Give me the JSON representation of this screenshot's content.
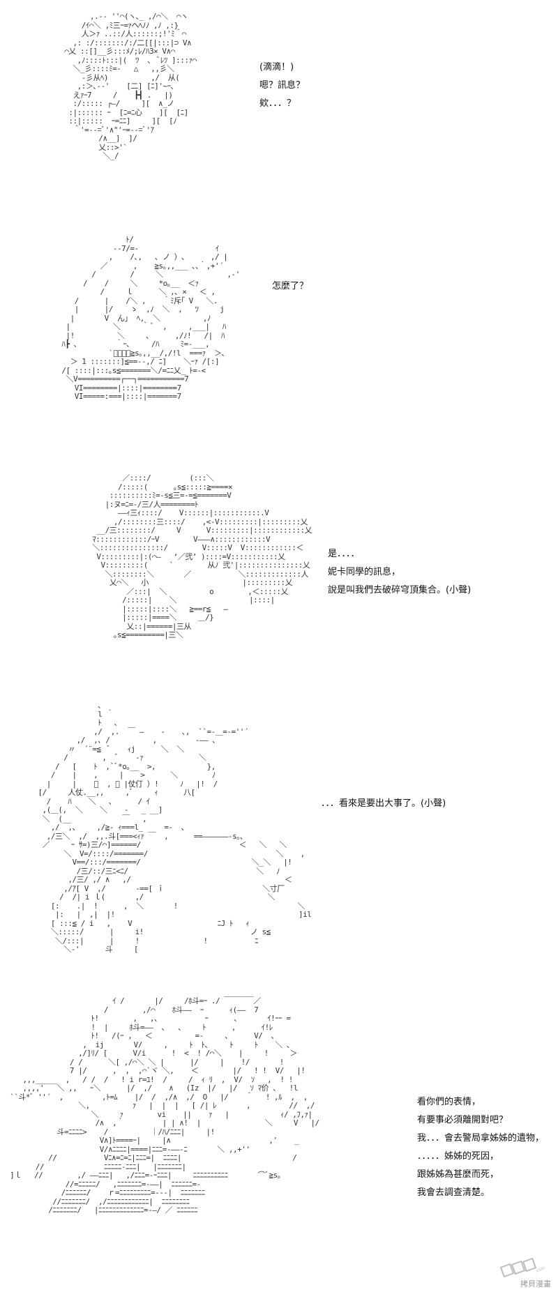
{
  "panels": [
    {
      "lines": [
        "(滴滴！)",
        "嗯？訊息？",
        "欸．．．？"
      ]
    },
    {
      "lines": [
        "怎麼了？"
      ]
    },
    {
      "lines": [
        "是．．．．",
        "妮卡同學的訊息，",
        "說是叫我們去破碎穹頂集合。(小聲)"
      ]
    },
    {
      "lines": [
        "．．．看來是要出大事了。(小聲)"
      ]
    },
    {
      "lines": [
        "看你們的表情，",
        "有要事必須離開對吧？",
        "我．．．會去警局拿姊姊的遺物，",
        "．．．．．姊姊的死因，",
        "跟姊姊為甚麼而死，",
        "我會去調查清楚。"
      ]
    }
  ],
  "watermark": {
    "text": "拷貝漫畫",
    "icon": "dm5-logo-icon"
  }
}
